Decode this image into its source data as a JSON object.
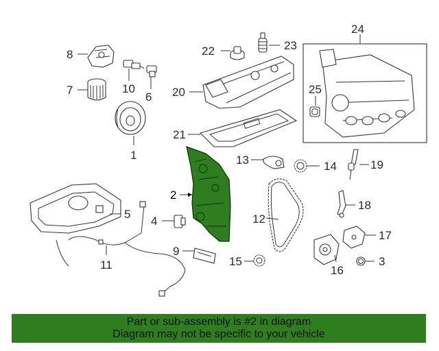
{
  "diagram": {
    "callouts": {
      "c1": "1",
      "c2": "2",
      "c3": "3",
      "c4": "4",
      "c5": "5",
      "c6": "6",
      "c7": "7",
      "c8": "8",
      "c9": "9",
      "c10": "10",
      "c11": "11",
      "c12": "12",
      "c13": "13",
      "c14": "14",
      "c15": "15",
      "c16": "16",
      "c17": "17",
      "c18": "18",
      "c19": "19",
      "c20": "20",
      "c21": "21",
      "c22": "22",
      "c23": "23",
      "c24": "24",
      "c25": "25"
    },
    "highlighted_part": "2",
    "highlight_color": "#2e7d1e"
  },
  "footer": {
    "line1": "Part or sub-assembly is #2 in diagram",
    "line2": "Diagram may not be specific to your vehicle",
    "background_color": "#2e7d1e"
  }
}
